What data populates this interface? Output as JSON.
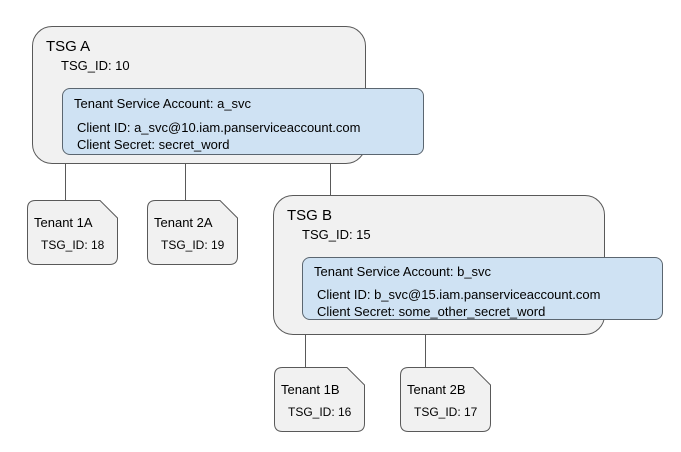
{
  "diagram": {
    "colors": {
      "background": "#ffffff",
      "box_fill": "#f1f1f1",
      "box_border": "#595959",
      "account_fill": "#cfe2f3",
      "account_border": "#5b6670",
      "connector": "#595959",
      "text": "#000000"
    },
    "tsg_groups": [
      {
        "title": "TSG A",
        "id_label": "TSG_ID: 10",
        "account": {
          "title": "Tenant Service Account: a_svc",
          "client_id": "Client ID: a_svc@10.iam.panserviceaccount.com",
          "client_secret": "Client Secret: secret_word"
        },
        "tenants": [
          {
            "name": "Tenant 1A",
            "id_label": "TSG_ID: 18"
          },
          {
            "name": "Tenant 2A",
            "id_label": "TSG_ID: 19"
          }
        ]
      },
      {
        "title": "TSG B",
        "id_label": "TSG_ID: 15",
        "account": {
          "title": "Tenant Service Account: b_svc",
          "client_id": "Client ID: b_svc@15.iam.panserviceaccount.com",
          "client_secret": "Client Secret: some_other_secret_word"
        },
        "tenants": [
          {
            "name": "Tenant 1B",
            "id_label": "TSG_ID: 16"
          },
          {
            "name": "Tenant 2B",
            "id_label": "TSG_ID: 17"
          }
        ]
      }
    ]
  }
}
